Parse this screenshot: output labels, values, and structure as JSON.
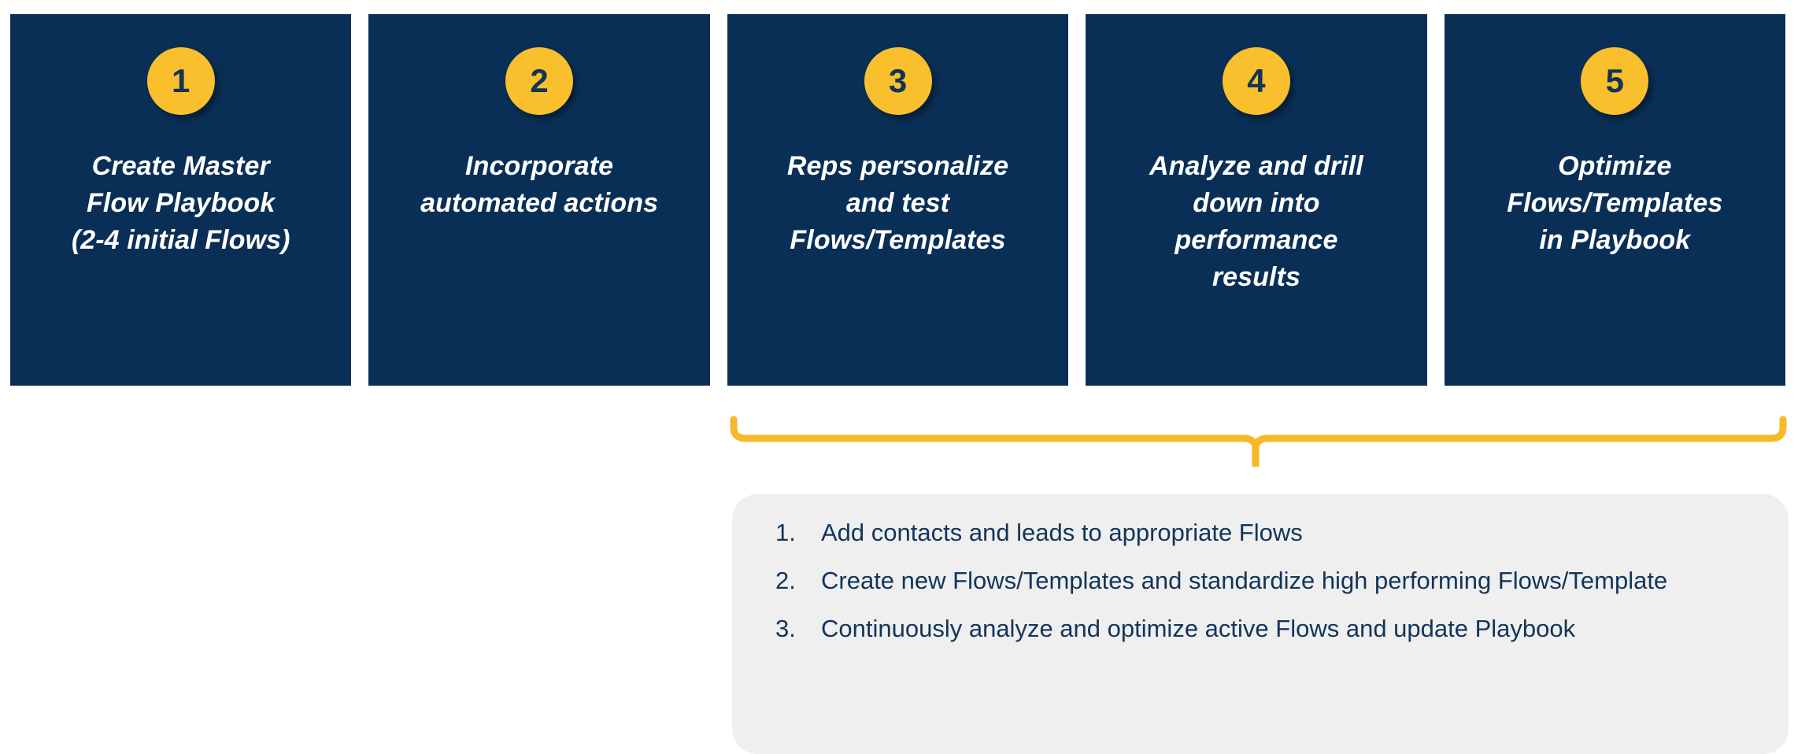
{
  "colors": {
    "card_navy": "#0a2f56",
    "badge_yellow": "#f9bf2d",
    "brace_yellow": "#f5b929",
    "panel_gray": "#efefef",
    "panel_text_navy": "#12355b",
    "card_text_white": "#ffffff",
    "page_background": "#ffffff"
  },
  "steps": [
    {
      "number": "1",
      "label": "Create Master\nFlow Playbook\n(2-4 initial Flows)"
    },
    {
      "number": "2",
      "label": "Incorporate\nautomated actions"
    },
    {
      "number": "3",
      "label": "Reps personalize\nand test\nFlows/Templates"
    },
    {
      "number": "4",
      "label": "Analyze and drill\ndown into\nperformance\nresults"
    },
    {
      "number": "5",
      "label": "Optimize\nFlows/Templates\nin Playbook"
    }
  ],
  "callout": {
    "items": [
      {
        "number": "1.",
        "text": "Add contacts and leads to appropriate Flows"
      },
      {
        "number": "2.",
        "text": "Create new Flows/Templates and standardize high performing Flows/Template"
      },
      {
        "number": "3.",
        "text": "Continuously analyze and optimize active Flows and update Playbook"
      }
    ]
  }
}
